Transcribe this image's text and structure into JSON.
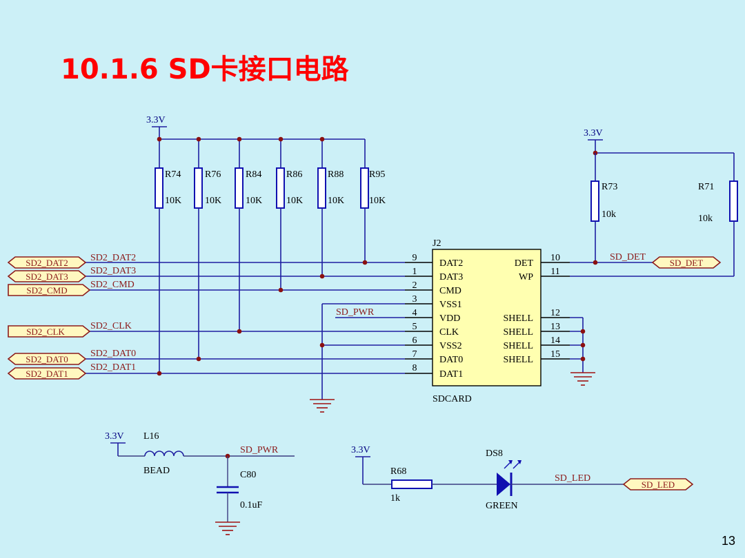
{
  "slide": {
    "title": "10.1.6 SD卡接口电路",
    "page_number": "13"
  },
  "supply": {
    "main": "3.3V",
    "det": "3.3V",
    "pwr": "3.3V",
    "led": "3.3V"
  },
  "pullups": [
    {
      "ref": "R74",
      "value": "10K"
    },
    {
      "ref": "R76",
      "value": "10K"
    },
    {
      "ref": "R84",
      "value": "10K"
    },
    {
      "ref": "R86",
      "value": "10K"
    },
    {
      "ref": "R88",
      "value": "10K"
    },
    {
      "ref": "R95",
      "value": "10K"
    }
  ],
  "det_resistors": [
    {
      "ref": "R73",
      "value": "10k"
    },
    {
      "ref": "R71",
      "value": "10k"
    }
  ],
  "ports": {
    "dat2": "SD2_DAT2",
    "dat3": "SD2_DAT3",
    "cmd": "SD2_CMD",
    "clk": "SD2_CLK",
    "dat0": "SD2_DAT0",
    "dat1": "SD2_DAT1",
    "det": "SD_DET",
    "led": "SD_LED"
  },
  "nets": {
    "dat2": "SD2_DAT2",
    "dat3": "SD2_DAT3",
    "cmd": "SD2_CMD",
    "clk": "SD2_CLK",
    "dat0": "SD2_DAT0",
    "dat1": "SD2_DAT1",
    "pwr": "SD_PWR",
    "det": "SD_DET",
    "pwr2": "SD_PWR",
    "led": "SD_LED"
  },
  "connector": {
    "ref": "J2",
    "name": "SDCARD",
    "left_pins": [
      {
        "num": "9",
        "name": "DAT2"
      },
      {
        "num": "1",
        "name": "DAT3"
      },
      {
        "num": "2",
        "name": "CMD"
      },
      {
        "num": "3",
        "name": "VSS1"
      },
      {
        "num": "4",
        "name": "VDD"
      },
      {
        "num": "5",
        "name": "CLK"
      },
      {
        "num": "6",
        "name": "VSS2"
      },
      {
        "num": "7",
        "name": "DAT0"
      },
      {
        "num": "8",
        "name": "DAT1"
      }
    ],
    "right_pins": [
      {
        "num": "10",
        "name": "DET"
      },
      {
        "num": "11",
        "name": "WP"
      },
      {
        "num": "12",
        "name": "SHELL"
      },
      {
        "num": "13",
        "name": "SHELL"
      },
      {
        "num": "14",
        "name": "SHELL"
      },
      {
        "num": "15",
        "name": "SHELL"
      }
    ]
  },
  "power_filter": {
    "inductor_ref": "L16",
    "inductor_value": "BEAD",
    "cap_ref": "C80",
    "cap_value": "0.1uF"
  },
  "led_circuit": {
    "resistor_ref": "R68",
    "resistor_value": "1k",
    "led_ref": "DS8",
    "led_value": "GREEN"
  }
}
